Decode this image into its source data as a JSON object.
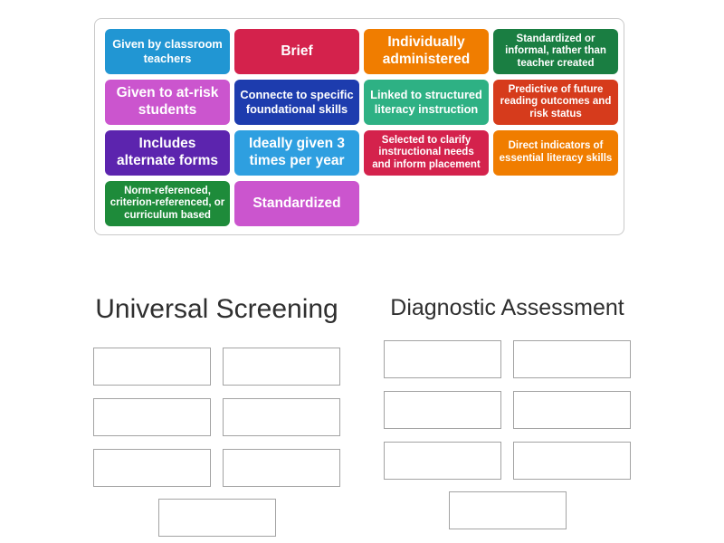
{
  "activity": {
    "tray": {
      "rows": [
        [
          {
            "label": "Given by classroom teachers",
            "color": "#2196d3",
            "size": "md"
          },
          {
            "label": "Brief",
            "color": "#d4224c",
            "size": "lg"
          },
          {
            "label": "Individually administered",
            "color": "#f07d00",
            "size": "lg"
          },
          {
            "label": "Standardized or informal, rather than teacher created",
            "color": "#1a7e42",
            "size": "sm"
          }
        ],
        [
          {
            "label": "Given to at-risk students",
            "color": "#cb55ce",
            "size": "lg"
          },
          {
            "label": "Connecte to specific foundational skills",
            "color": "#1d3cae",
            "size": "md"
          },
          {
            "label": "Linked to structured literacy instruction",
            "color": "#2eb184",
            "size": "md"
          },
          {
            "label": "Predictive of future reading outcomes and risk status",
            "color": "#d63b1c",
            "size": "sm"
          }
        ],
        [
          {
            "label": "Includes alternate forms",
            "color": "#5c24ae",
            "size": "lg"
          },
          {
            "label": "Ideally given 3 times per year",
            "color": "#2e9fe0",
            "size": "lg"
          },
          {
            "label": "Selected to clarify instructional needs and inform placement",
            "color": "#d4224c",
            "size": "sm"
          },
          {
            "label": "Direct indicators of essential literacy skills",
            "color": "#f07d00",
            "size": "sm"
          }
        ],
        [
          {
            "label": "Norm-referenced, criterion-referenced, or curriculum based",
            "color": "#1e8b3a",
            "size": "sm"
          },
          {
            "label": "Standardized",
            "color": "#cb55ce",
            "size": "lg"
          }
        ]
      ]
    },
    "groups": [
      {
        "title": "Universal Screening",
        "slot_count": 7
      },
      {
        "title": "Diagnostic Assessment",
        "slot_count": 7
      }
    ]
  }
}
